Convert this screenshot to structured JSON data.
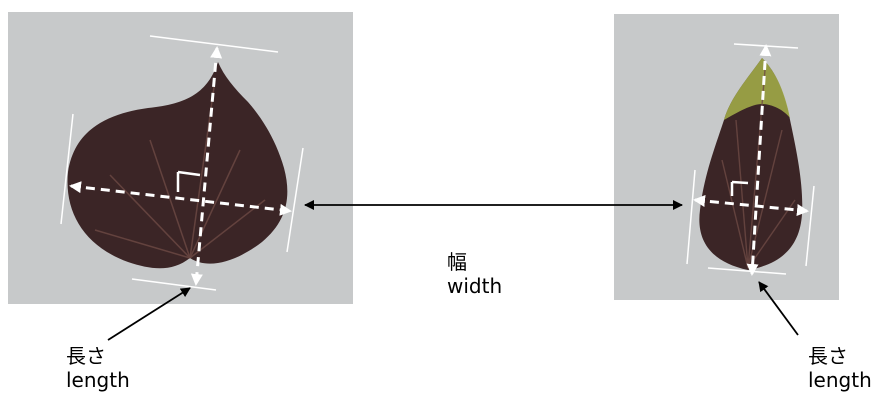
{
  "colors": {
    "background": "#ffffff",
    "photo_background": "#c7c9ca",
    "leaf_dark": "#3b2526",
    "leaf_vein": "#6e4a44",
    "leaf_tip_yellow": "#a7b24a",
    "measure_line": "#ffffff",
    "arrow": "#000000"
  },
  "labels": {
    "width_jp": "幅",
    "width_en": "width",
    "left_length_jp": "長さ",
    "left_length_en": "length",
    "right_length_jp": "長さ",
    "right_length_en": "length"
  }
}
